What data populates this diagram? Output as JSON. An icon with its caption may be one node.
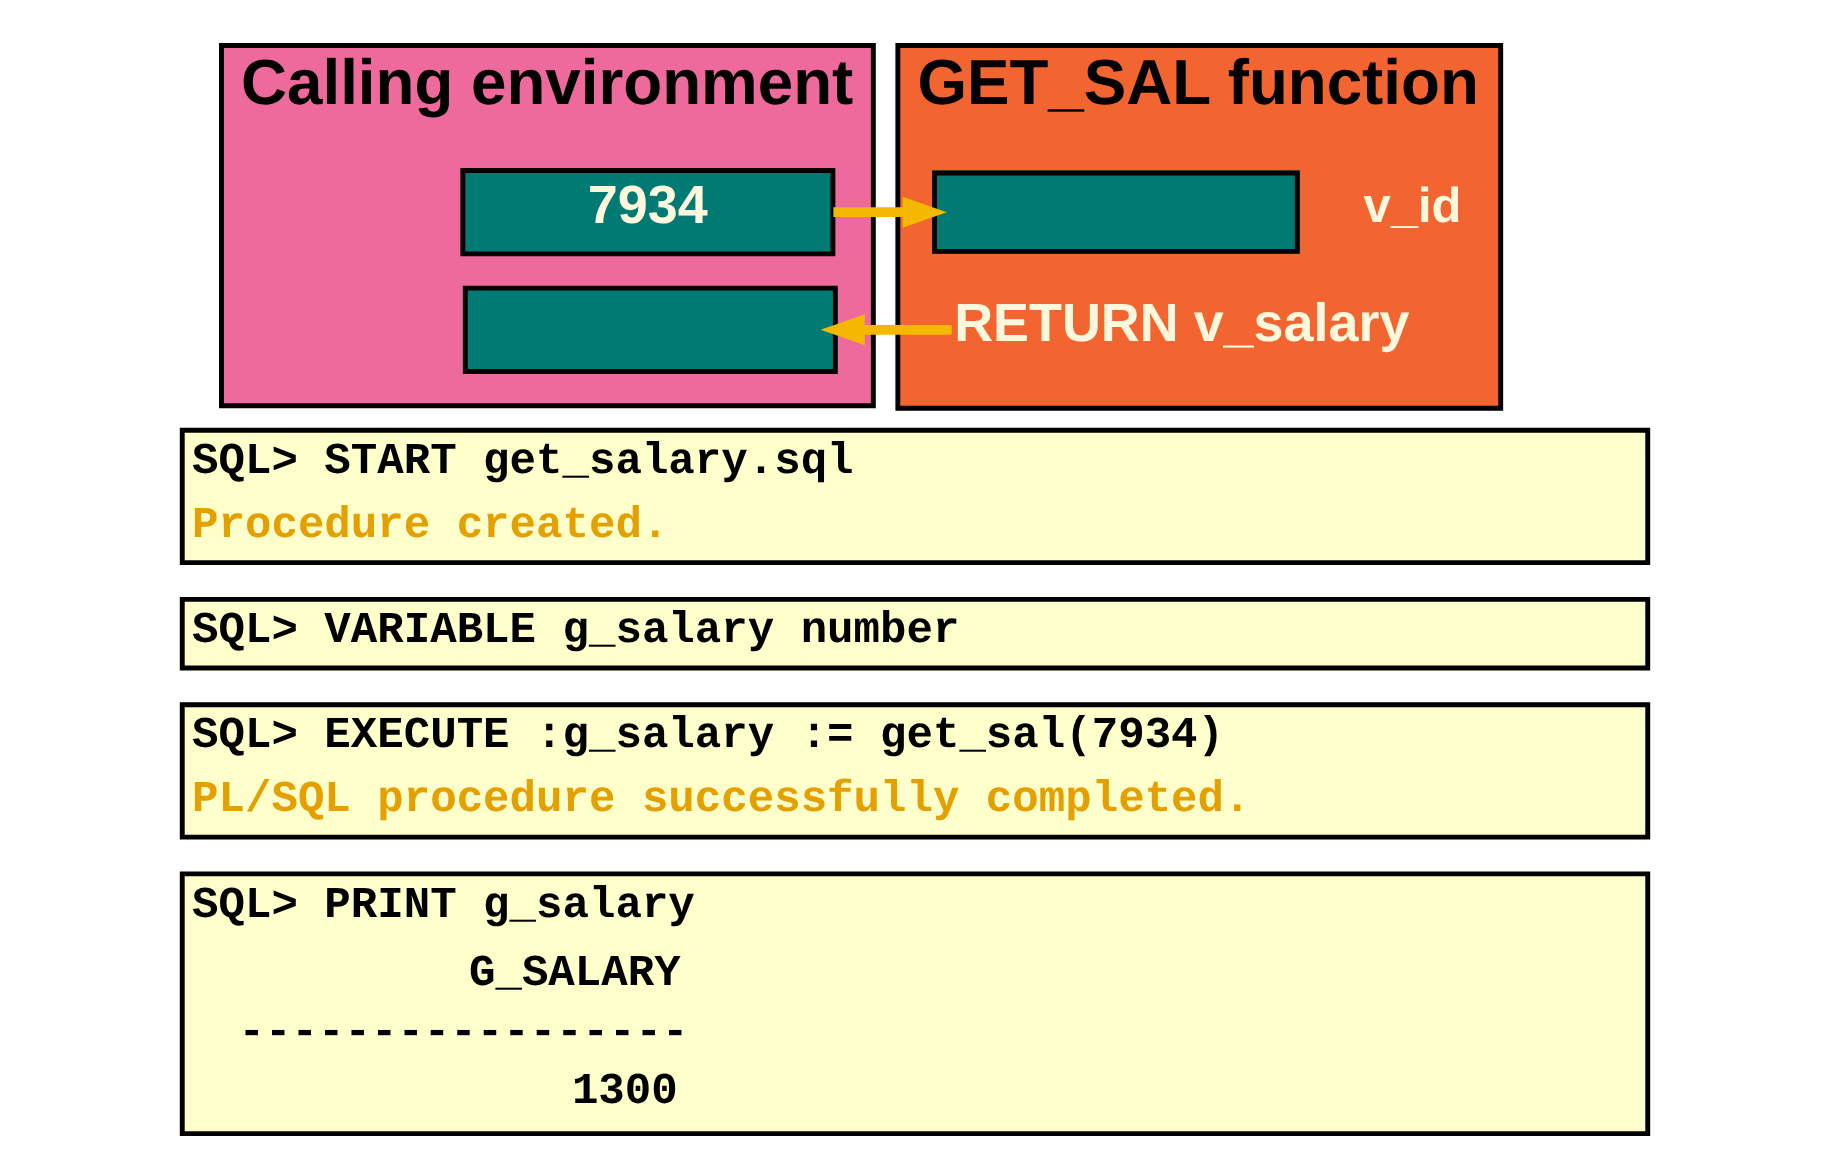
{
  "diagram": {
    "nodes": [
      {
        "text": [
          "Calling environment"
        ]
      },
      {
        "text": [
          "7934"
        ],
        "in": 0
      },
      {
        "text": [],
        "shape": "box",
        "in": 0
      },
      {
        "text": [
          "GET_SAL function"
        ]
      },
      {
        "text": [],
        "shape": "box",
        "beside": [
          "v_id"
        ],
        "in": 3
      },
      {
        "text": [
          "RETURN v_salary"
        ],
        "in": 3
      },
      {
        "text": [
          "SQL> START get_salary.sql",
          "Procedure created."
        ]
      },
      {
        "text": [
          "SQL> VARIABLE g_salary number"
        ]
      },
      {
        "text": [
          "SQL> EXECUTE :g_salary := get_sal(7934)",
          "PL/SQL procedure successfully completed."
        ]
      },
      {
        "text": [
          "SQL> PRINT g_salary",
          "G_SALARY",
          "-----------------",
          "1300"
        ]
      }
    ],
    "edges": [
      {
        "from": 1,
        "to": 4,
        "arrow": "to"
      },
      {
        "from": 5,
        "to": 2,
        "arrow": "to"
      }
    ]
  }
}
